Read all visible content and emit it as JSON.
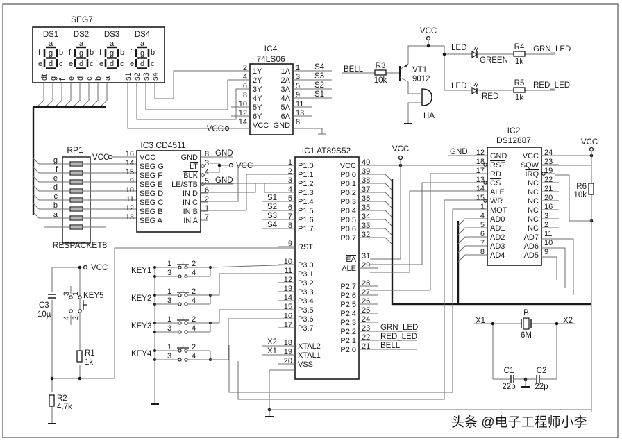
{
  "watermark": "头条 @电子工程师小李",
  "seg7": {
    "title": "SEG7",
    "digits": [
      "DS1",
      "DS2",
      "DS3",
      "DS4"
    ],
    "segment_letters": {
      "a": "a",
      "b": "b",
      "c": "c",
      "d": "d",
      "e": "e",
      "f": "f",
      "g": "g"
    },
    "bottom_pins": [
      "dt",
      "g",
      "f",
      "e",
      "d",
      "c",
      "b",
      "a",
      "s1",
      "s2",
      "s3",
      "s4"
    ]
  },
  "ic4": {
    "ref": "IC4",
    "part": "74LS06",
    "left_pins": [
      {
        "num": "2",
        "name": "1Y"
      },
      {
        "num": "4",
        "name": "2Y"
      },
      {
        "num": "6",
        "name": "3Y"
      },
      {
        "num": "8",
        "name": "4Y"
      },
      {
        "num": "10",
        "name": "5Y"
      },
      {
        "num": "12",
        "name": "6Y"
      },
      {
        "num": "14",
        "name": "VCC"
      }
    ],
    "right_pins": [
      {
        "num": "1",
        "name": "1A",
        "net": "S4"
      },
      {
        "num": "3",
        "name": "2A",
        "net": "S3"
      },
      {
        "num": "5",
        "name": "3A",
        "net": "S2"
      },
      {
        "num": "9",
        "name": "4A",
        "net": "S1"
      },
      {
        "num": "11",
        "name": "5A",
        "net": ""
      },
      {
        "num": "13",
        "name": "6A",
        "net": ""
      },
      {
        "num": "8",
        "name": "GND",
        "net": ""
      }
    ],
    "vcc_label": "VCC"
  },
  "driver": {
    "bell_label": "BELL",
    "r3": {
      "ref": "R3",
      "value": "10k"
    },
    "vt1": {
      "ref": "VT1",
      "part": "9012"
    },
    "buzzer": "HA",
    "vcc_label": "VCC",
    "led_green": {
      "tag": "LED",
      "name": "GREEN"
    },
    "led_red": {
      "tag": "LED",
      "name": "RED"
    },
    "r4": {
      "ref": "R4",
      "value": "1k",
      "net": "GRN_LED"
    },
    "r5": {
      "ref": "R5",
      "value": "1k",
      "net": "RED_LED"
    }
  },
  "rp1": {
    "ref": "RP1",
    "part": "RESPACKET8",
    "lines": [
      "g",
      "f",
      "e",
      "d",
      "c",
      "b",
      "a"
    ],
    "vcc_label": "VCC"
  },
  "ic3": {
    "ref_part": "IC3 CD4511",
    "left_pins": [
      {
        "num": "16",
        "name": "VCC"
      },
      {
        "num": "14",
        "name": "SEG G"
      },
      {
        "num": "15",
        "name": "SEG F"
      },
      {
        "num": "9",
        "name": "SEG E"
      },
      {
        "num": "10",
        "name": "SEG D"
      },
      {
        "num": "11",
        "name": "SEG C"
      },
      {
        "num": "12",
        "name": "SEG B"
      },
      {
        "num": "13",
        "name": "SEG A"
      }
    ],
    "right_pins": [
      {
        "num": "8",
        "name": "GND",
        "net": "GND"
      },
      {
        "num": "3",
        "name": "LT",
        "net": ""
      },
      {
        "num": "4",
        "name": "BLK",
        "net": ""
      },
      {
        "num": "5",
        "name": "LE/STB",
        "net": "GND"
      },
      {
        "num": "6",
        "name": "IN D",
        "net": ""
      },
      {
        "num": "2",
        "name": "IN C",
        "net": ""
      },
      {
        "num": "1",
        "name": "IN B",
        "net": ""
      },
      {
        "num": "7",
        "name": "IN A",
        "net": ""
      }
    ],
    "vcc_label": "VCC"
  },
  "ic1": {
    "ref_part": "IC1 AT89S52",
    "left_pins": [
      {
        "num": "1",
        "name": "P1.0",
        "net": ""
      },
      {
        "num": "2",
        "name": "P1.1",
        "net": ""
      },
      {
        "num": "3",
        "name": "P1.2",
        "net": ""
      },
      {
        "num": "4",
        "name": "P1.3",
        "net": ""
      },
      {
        "num": "5",
        "name": "P1.4",
        "net": "S1"
      },
      {
        "num": "6",
        "name": "P1.5",
        "net": "S2"
      },
      {
        "num": "7",
        "name": "P1.6",
        "net": "S3"
      },
      {
        "num": "8",
        "name": "P1.7",
        "net": "S4"
      },
      {
        "num": "9",
        "name": "RST",
        "net": ""
      },
      {
        "num": "10",
        "name": "P3.0",
        "net": ""
      },
      {
        "num": "11",
        "name": "P3.1",
        "net": ""
      },
      {
        "num": "12",
        "name": "P3.2",
        "net": ""
      },
      {
        "num": "13",
        "name": "P3.3",
        "net": ""
      },
      {
        "num": "14",
        "name": "P3.4",
        "net": ""
      },
      {
        "num": "15",
        "name": "P3.5",
        "net": ""
      },
      {
        "num": "16",
        "name": "P3.6",
        "net": ""
      },
      {
        "num": "17",
        "name": "P3.7",
        "net": ""
      },
      {
        "num": "18",
        "name": "XTAL2",
        "net": "X2"
      },
      {
        "num": "19",
        "name": "XTAL1",
        "net": "X1"
      },
      {
        "num": "20",
        "name": "VSS",
        "net": ""
      }
    ],
    "right_pins": [
      {
        "num": "40",
        "name": "VCC",
        "net": ""
      },
      {
        "num": "39",
        "name": "P0.0",
        "net": ""
      },
      {
        "num": "38",
        "name": "P0.1",
        "net": ""
      },
      {
        "num": "37",
        "name": "P0.2",
        "net": ""
      },
      {
        "num": "36",
        "name": "P0.3",
        "net": ""
      },
      {
        "num": "35",
        "name": "P0.4",
        "net": ""
      },
      {
        "num": "34",
        "name": "P0.5",
        "net": ""
      },
      {
        "num": "33",
        "name": "P0.6",
        "net": ""
      },
      {
        "num": "32",
        "name": "P0.7",
        "net": ""
      },
      {
        "num": "31",
        "name": "EA",
        "net": ""
      },
      {
        "num": "29",
        "name": "ALE",
        "net": ""
      },
      {
        "num": "28",
        "name": "P2.7",
        "net": ""
      },
      {
        "num": "27",
        "name": "P2.6",
        "net": ""
      },
      {
        "num": "26",
        "name": "P2.5",
        "net": ""
      },
      {
        "num": "25",
        "name": "P2.4",
        "net": ""
      },
      {
        "num": "24",
        "name": "P2.3",
        "net": ""
      },
      {
        "num": "23",
        "name": "P2.2",
        "net": "GRN_LED"
      },
      {
        "num": "22",
        "name": "P2.1",
        "net": "RED_LED"
      },
      {
        "num": "21",
        "name": "P2.0",
        "net": "BELL"
      }
    ],
    "vcc_label": "VCC"
  },
  "ic2": {
    "ref": "IC2",
    "part": "DS12887",
    "left_pins": [
      {
        "num": "12",
        "name": "GND",
        "net": "GND"
      },
      {
        "num": "18",
        "name": "RST"
      },
      {
        "num": "17",
        "name": "RD"
      },
      {
        "num": "13",
        "name": "CS"
      },
      {
        "num": "14",
        "name": "ALE"
      },
      {
        "num": "15",
        "name": "WR"
      },
      {
        "num": "1",
        "name": "MOT"
      },
      {
        "num": "4",
        "name": "AD0"
      },
      {
        "num": "5",
        "name": "AD1"
      },
      {
        "num": "6",
        "name": "AD2"
      },
      {
        "num": "7",
        "name": "AD3"
      },
      {
        "num": "8",
        "name": "AD4"
      }
    ],
    "right_pins": [
      {
        "num": "24",
        "name": "VCC"
      },
      {
        "num": "23",
        "name": "SQW"
      },
      {
        "num": "19",
        "name": "IRQ"
      },
      {
        "num": "22",
        "name": "NC"
      },
      {
        "num": "21",
        "name": "NC"
      },
      {
        "num": "20",
        "name": "NC"
      },
      {
        "num": "16",
        "name": "NC"
      },
      {
        "num": "3",
        "name": "NC"
      },
      {
        "num": "2",
        "name": "NC"
      },
      {
        "num": "11",
        "name": "AD7"
      },
      {
        "num": "10",
        "name": "AD6"
      },
      {
        "num": "9",
        "name": "AD5"
      }
    ],
    "vcc_label": "VCC",
    "r6": {
      "ref": "R6",
      "value": "10k"
    }
  },
  "reset": {
    "vcc_label": "VCC",
    "key5": "KEY5",
    "key5_pins": [
      "3",
      "1",
      "4",
      "2"
    ],
    "c3": {
      "ref": "C3",
      "value": "10µ",
      "plus": "+"
    },
    "r1": {
      "ref": "R1",
      "value": "1k"
    },
    "r2": {
      "ref": "R2",
      "value": "4.7k"
    }
  },
  "keys": [
    {
      "name": "KEY1",
      "pins": [
        "1",
        "2",
        "3",
        "4"
      ]
    },
    {
      "name": "KEY2",
      "pins": [
        "1",
        "2",
        "3",
        "4"
      ]
    },
    {
      "name": "KEY3",
      "pins": [
        "1",
        "2",
        "3",
        "4"
      ]
    },
    {
      "name": "KEY4",
      "pins": [
        "1",
        "2",
        "3",
        "4"
      ]
    }
  ],
  "crystal": {
    "ref": "B",
    "value": "6M",
    "x1": "X1",
    "x2": "X2",
    "c1": {
      "ref": "C1",
      "value": "22p"
    },
    "c2": {
      "ref": "C2",
      "value": "22p"
    }
  }
}
